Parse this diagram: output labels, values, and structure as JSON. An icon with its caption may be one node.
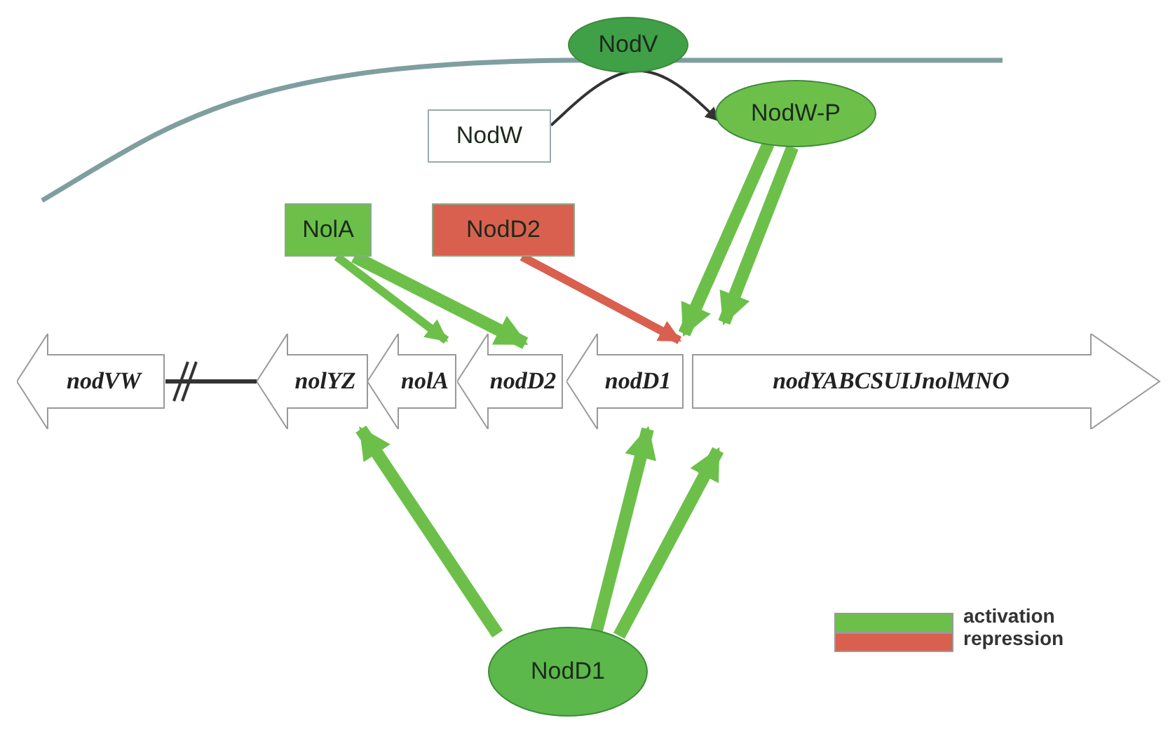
{
  "diagram": {
    "nodes": [
      {
        "text": [
          "NodV"
        ]
      },
      {
        "text": [
          "NodW"
        ]
      },
      {
        "text": [
          "NodW-P"
        ]
      },
      {
        "text": [
          "NolA"
        ]
      },
      {
        "text": [
          "NodD2"
        ]
      },
      {
        "text": [
          "nodVW"
        ]
      },
      {
        "text": [
          "nolYZ"
        ]
      },
      {
        "text": [
          "nolA"
        ]
      },
      {
        "text": [
          "nodD2"
        ]
      },
      {
        "text": [
          "nodD1"
        ]
      },
      {
        "text": [
          "nodYABCSUIJnolMNO"
        ]
      },
      {
        "text": [
          "NodD1"
        ]
      }
    ],
    "edges": [
      {
        "from": 1,
        "to": 2,
        "arrow": "to",
        "color": "#333333"
      },
      {
        "from": 2,
        "to": 9,
        "arrow": "to"
      },
      {
        "from": 2,
        "to": 10,
        "arrow": "to"
      },
      {
        "from": 3,
        "to": 7,
        "arrow": "to"
      },
      {
        "from": 3,
        "to": 8,
        "arrow": "to"
      },
      {
        "from": 4,
        "to": 9,
        "arrow": "to",
        "color": "#d9604f"
      },
      {
        "from": 11,
        "to": 6,
        "arrow": "to"
      },
      {
        "from": 11,
        "to": 9,
        "arrow": "to"
      },
      {
        "from": 11,
        "to": 10,
        "arrow": "to"
      },
      {
        "from": 5,
        "to": 6,
        "arrow": "none",
        "color": "#333333"
      }
    ],
    "legend": [
      {
        "text": "activation",
        "color": "#6cc04a"
      },
      {
        "text": "repression",
        "color": "#d9604f"
      }
    ]
  }
}
